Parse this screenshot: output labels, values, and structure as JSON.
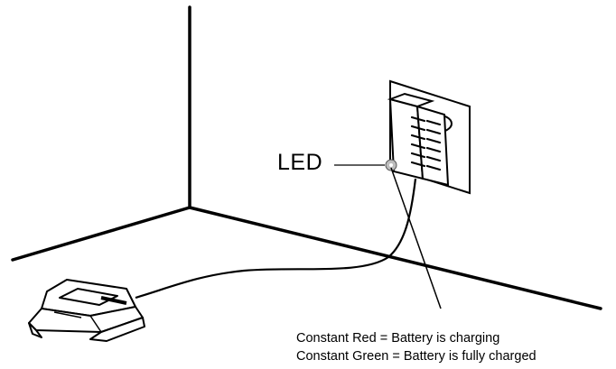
{
  "led_label": "LED",
  "legend": {
    "line1": "Constant Red = Battery is charging",
    "line2": "Constant Green = Battery is fully charged"
  }
}
